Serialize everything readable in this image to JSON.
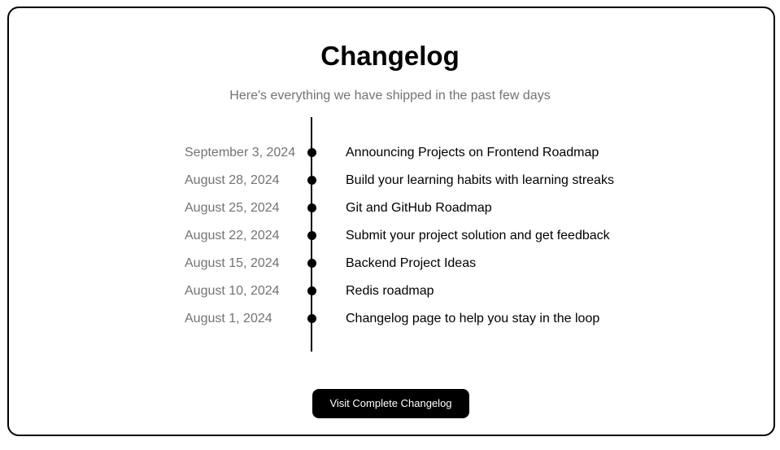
{
  "header": {
    "title": "Changelog",
    "subtitle": "Here's everything we have shipped in the past few days"
  },
  "entries": [
    {
      "date": "September 3, 2024",
      "title": "Announcing Projects on Frontend Roadmap"
    },
    {
      "date": "August 28, 2024",
      "title": "Build your learning habits with learning streaks"
    },
    {
      "date": "August 25, 2024",
      "title": "Git and GitHub Roadmap"
    },
    {
      "date": "August 22, 2024",
      "title": "Submit your project solution and get feedback"
    },
    {
      "date": "August 15, 2024",
      "title": "Backend Project Ideas"
    },
    {
      "date": "August 10, 2024",
      "title": "Redis roadmap"
    },
    {
      "date": "August 1, 2024",
      "title": "Changelog page to help you stay in the loop"
    }
  ],
  "cta": {
    "label": "Visit Complete Changelog"
  },
  "colors": {
    "text": "#000000",
    "muted": "#737373",
    "accent": "#000000",
    "background": "#ffffff"
  }
}
